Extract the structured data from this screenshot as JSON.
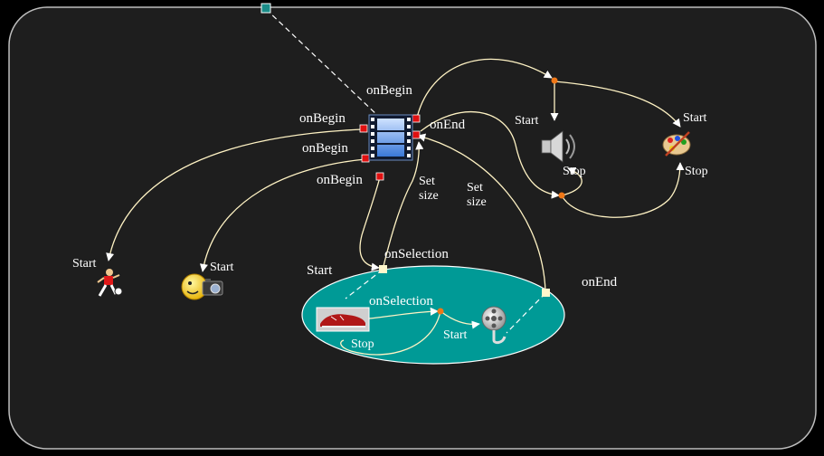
{
  "labels": {
    "onbegin_top": "onBegin",
    "onbegin_1": "onBegin",
    "onbegin_2": "onBegin",
    "onbegin_3": "onBegin",
    "onend_video": "onEnd",
    "set_size_1": [
      "Set",
      "size"
    ],
    "set_size_2": [
      "Set",
      "size"
    ],
    "start_runner": "Start",
    "start_camera": "Start",
    "start_group": "Start",
    "onselection_group": "onSelection",
    "onselection_inner": "onSelection",
    "stop_shoe": "Stop",
    "start_reel": "Start",
    "onend_group": "onEnd",
    "start_speaker": "Start",
    "stop_speaker": "Stop",
    "start_palette": "Start",
    "stop_palette": "Stop"
  },
  "icons": {
    "video": "film-strip-icon",
    "speaker": "speaker-icon",
    "palette": "paint-palette-icon",
    "runner": "soccer-player-icon",
    "camera": "smiley-camera-icon",
    "shoe": "red-shoe-photo",
    "reel": "film-reel-icon"
  },
  "colors": {
    "background": "#000000",
    "panel": "#1e1e1e",
    "panel_border": "#bdbdbd",
    "group_fill": "#009a96",
    "edge": "#fff3c4",
    "port_red": "#e01010",
    "junction_orange": "#f07818",
    "anchor_teal": "#1a8c88"
  }
}
